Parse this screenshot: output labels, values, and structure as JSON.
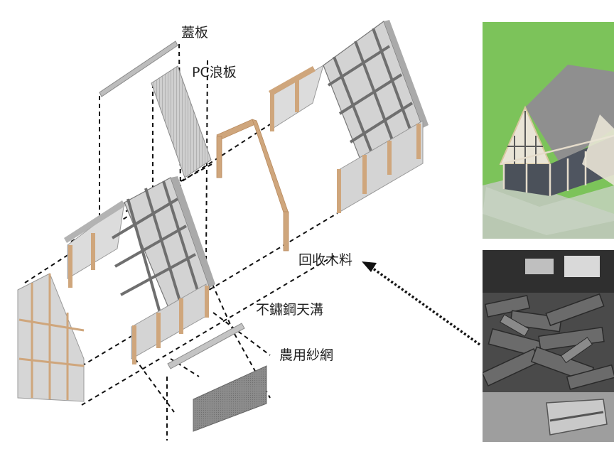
{
  "labels": {
    "cover_plate": "蓋板",
    "pc_corrugated_sheet": "PC浪板",
    "recycled_wood": "回收木料",
    "stainless_gutter": "不鏽鋼天溝",
    "agricultural_net": "農用紗網"
  },
  "colors": {
    "wood": "#cfa67c",
    "wood_dark": "#b88a5e",
    "panel": "#cfcfcf",
    "panel_light": "#e2e2e2",
    "mullion": "#6f6f6f",
    "roof": "#9a9a9a",
    "grass": "#7cc35a",
    "dashed_line": "#111111"
  },
  "photos": {
    "render": {
      "icon": "greenhouse-render-photo"
    },
    "wood_pile": {
      "icon": "recycled-wood-pile-photo"
    }
  }
}
